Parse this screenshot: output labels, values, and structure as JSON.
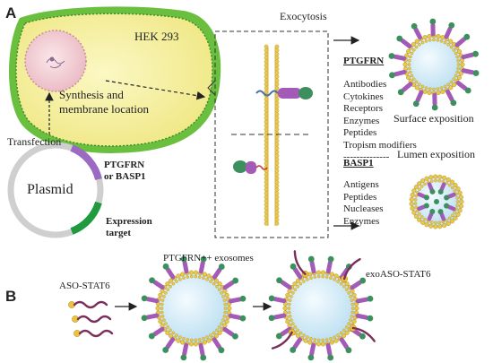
{
  "panels": {
    "a": "A",
    "b": "B"
  },
  "cell": {
    "label": "HEK 293",
    "synthesis": "Synthesis and\nmembrane location",
    "transfection": "Transfection"
  },
  "plasmid": {
    "label": "Plasmid",
    "gene": "PTGFRN\nor BASP1",
    "target": "Expression\ntarget"
  },
  "exocytosis": "Exocytosis",
  "ptgfrn": {
    "title": "PTGFRN",
    "items": [
      "Antibodies",
      "Cytokines",
      "Receptors",
      "Enzymes",
      "Peptides",
      "Tropism modifiers"
    ],
    "separator": "--------------",
    "exposition": "Surface exposition"
  },
  "basp1": {
    "title": "BASP1",
    "items": [
      "Antigens",
      "Peptides",
      "Nucleases",
      "Enzymes"
    ],
    "exposition": "Lumen exposition"
  },
  "panel_b": {
    "aso": "ASO-STAT6",
    "ptgfrn_exo": "PTGFRN++ exosomes",
    "exoaso": "exoASO-STAT6"
  },
  "colors": {
    "cell_fill": "#f7f3a6",
    "cell_outer": "#6bbf3f",
    "nucleus": "#f4d6dc",
    "vesicle_fill": "#cfe9f5",
    "membrane_bead": "#e9c84a",
    "protein_purple": "#a35bb7",
    "protein_green": "#3d8f5e",
    "plasmid_purple": "#9b6bc4",
    "plasmid_green": "#1f9a3e",
    "aso": "#7a2f5a",
    "aso_bead": "#f0c23a"
  }
}
